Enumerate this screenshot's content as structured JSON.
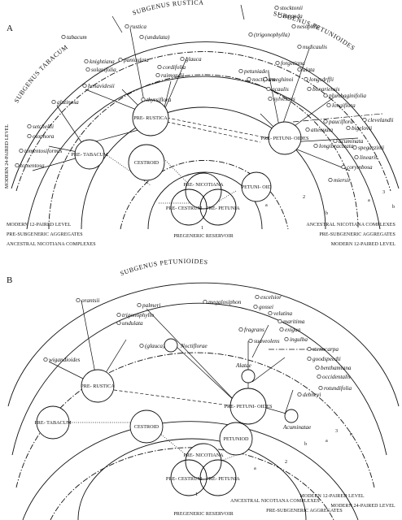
{
  "panel_a": {
    "letter": "A",
    "subgenus_labels": [
      "SUBGENUS RUSTICA",
      "SUBGENUS TABACUM",
      "SUBGENUS PETUNIOIDES"
    ],
    "left_edge_label": "MODERN 24-PAIRED LEVEL",
    "center_nodes": {
      "pre_nicotiana": "PRE-\nNICOTIANA",
      "pre_cestrum": "PRE-\nCESTRUM",
      "pre_petunia": "PRE-\nPETUNIA",
      "cestroid": "CESTROID",
      "petunioid": "PETUNI-\nOID",
      "pre_tabacum": "PRE-\nTABACUM",
      "pre_rustica": "PRE-\nRUSTICA",
      "pre_petunioides": "PRE-\nPETUNI-\nOIDES"
    },
    "reservoir": "PREGENERIC RESERVOIR",
    "level_labels_left": [
      "MODERN 12-PAIRED LEVEL",
      "PRE-SUBGENERIC AGGREGATES",
      "ANCESTRAL NICOTIANA COMPLEXES"
    ],
    "level_labels_right": [
      "ANCESTRAL NICOTIANA COMPLEXES",
      "PRE-SUBGENERIC AGGREGATES",
      "MODERN 12-PAIRED LEVEL"
    ],
    "arc_marks": [
      "1",
      "a",
      "2",
      "b",
      "a",
      "3",
      "b"
    ],
    "species": [
      "rustica",
      "(undulata)",
      "tabacum",
      "knightiana",
      "paniculata",
      "solanifolia",
      "cordifolia",
      "raimondii",
      "glauca",
      "benavidesii",
      "thyrsiflora",
      "glutinosa",
      "setchellii",
      "otophora",
      "tomentosiformis",
      "tomentosa",
      "stocktonii",
      "repanda",
      "nesophila",
      "(trigonophylla)",
      "nudicaulis",
      "petuniades",
      "forgetiana",
      "alata",
      "longsdrffii",
      "bonariensis",
      "noctiflora",
      "ameghinoi",
      "acaulis",
      "sylvestris",
      "plumbaginifolia",
      "longiflora",
      "bigelovii",
      "clevelandii",
      "pauciflora",
      "attenuata",
      "acuminata",
      "spegazzinii",
      "longibracteata",
      "linearis",
      "corymbosa",
      "miersii"
    ]
  },
  "panel_b": {
    "letter": "B",
    "subgenus_labels": [
      "SUBGENUS PETUNIOIDES"
    ],
    "center_nodes": {
      "pre_nicotiana": "PRE-\nNICOTIANA",
      "pre_cestrum": "PRE-\nCESTRUM",
      "pre_petunia": "PRE-\nPETUNIA",
      "cestroid": "CESTROID",
      "petunioid": "PETUNIOD",
      "pre_tabacum": "PRE-\nTABACUM",
      "pre_rustica": "PRE-\nRUSTICA",
      "pre_petunioides": "PRE-\nPETUNI-\nOIDES"
    },
    "intermediates": [
      "Noctiflorae",
      "Alatae",
      "Acuminatae"
    ],
    "reservoir": "PREGENERIC RESERVOIR",
    "level_labels_right": [
      "ANCESTRAL NICOTIANA COMPLEXES",
      "PRE-SUBGENERIC AGGREGATES",
      "MODERN 12-PAIRED LEVEL",
      "MODERN 24-PAIRED LEVEL"
    ],
    "arc_marks": [
      "1",
      "a",
      "2",
      "b",
      "a",
      "3",
      "b"
    ],
    "species": [
      "orantsii",
      "wigandioides",
      "palmeri",
      "trigonophyllo",
      "undulata",
      "megalosiphon",
      "excelsior",
      "gossei",
      "velutina",
      "maritima",
      "exigua",
      "ingulba",
      "fragrans",
      "suaveolens",
      "(glauca)",
      "stenocarpa",
      "goodspeedii",
      "benthamiana",
      "occidentalis",
      "rotundifolia",
      "debneyi"
    ]
  }
}
